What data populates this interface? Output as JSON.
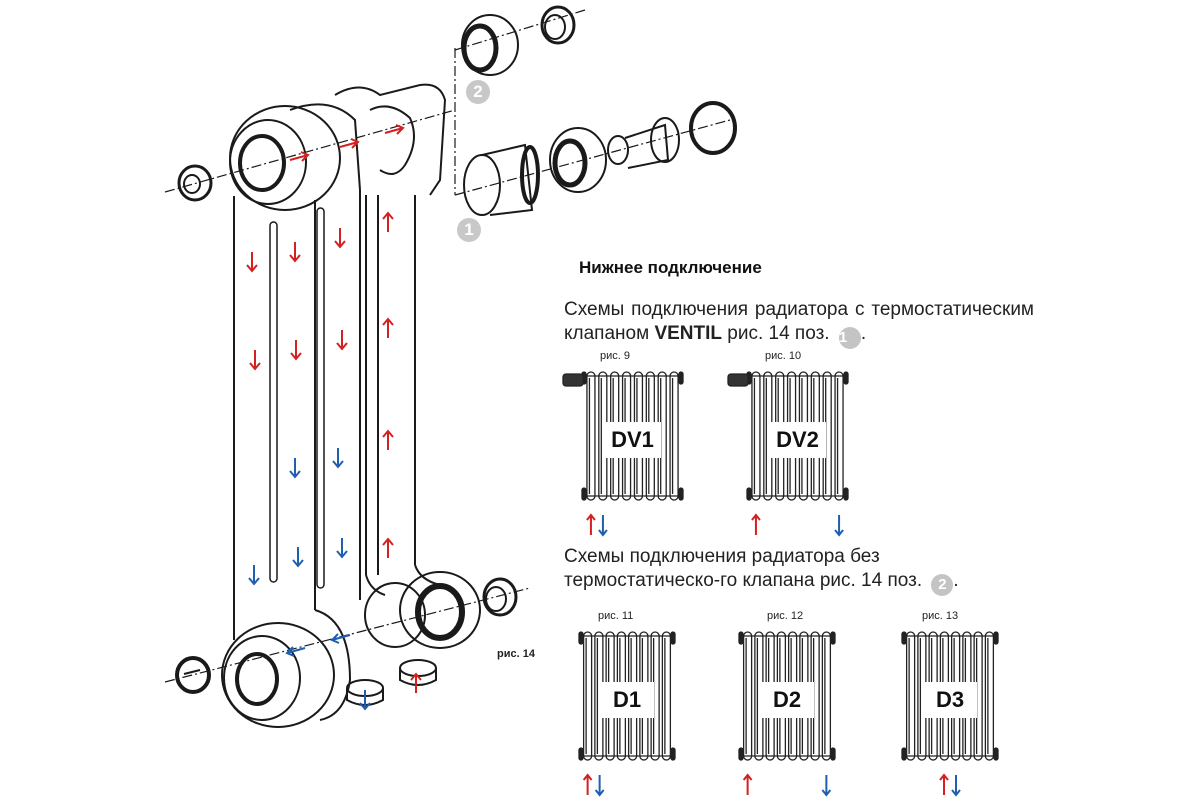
{
  "main_figure": {
    "label": "рис. 14",
    "position_badges": [
      "1",
      "2"
    ],
    "colors": {
      "hot": "#d42020",
      "cold": "#1f5fb0",
      "line": "#1a1a1a",
      "badge": "#c4c4c4"
    }
  },
  "section": {
    "heading": "Нижнее подключение",
    "para1": {
      "text_before": "Схемы подключения радиатора с термостатическим клапаном ",
      "bold": "VENTIL",
      "text_after": " рис. 14 поз.",
      "badge": "1",
      "end": "."
    },
    "para2": {
      "text": "Схемы подключения радиатора без термостатическо-го клапана рис. 14 поз.",
      "badge": "2",
      "end": "."
    }
  },
  "schemes": [
    {
      "fig": "рис. 9",
      "code": "DV1",
      "thermostat": true,
      "connection": "bottom-left-both"
    },
    {
      "fig": "рис. 10",
      "code": "DV2",
      "thermostat": true,
      "connection": "bottom-opposite"
    },
    {
      "fig": "рис. 11",
      "code": "D1",
      "thermostat": false,
      "connection": "bottom-left-both"
    },
    {
      "fig": "рис. 12",
      "code": "D2",
      "thermostat": false,
      "connection": "bottom-opposite"
    },
    {
      "fig": "рис. 13",
      "code": "D3",
      "thermostat": false,
      "connection": "bottom-center-both"
    }
  ]
}
